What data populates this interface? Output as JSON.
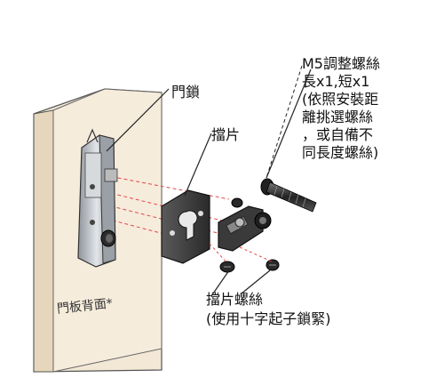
{
  "labels": {
    "door_lock": "門鎖",
    "plate": "擋片",
    "screw_spec_lines": [
      "M5調整螺絲",
      "長x1,短x1",
      "(依照安裝距",
      "離挑選螺絲",
      "，或自備不",
      "同長度螺絲)"
    ],
    "door_back": "門板背面*",
    "plate_screw_lines": [
      "擋片螺絲",
      "(使用十字起子鎖緊)"
    ]
  },
  "colors": {
    "door_panel": "#f3e8d6",
    "door_edge": "#d9c8aa",
    "metal_dark": "#2b2b2b",
    "metal_light": "#c9ccd0",
    "red_line": "#e04848",
    "leader": "#222222"
  }
}
